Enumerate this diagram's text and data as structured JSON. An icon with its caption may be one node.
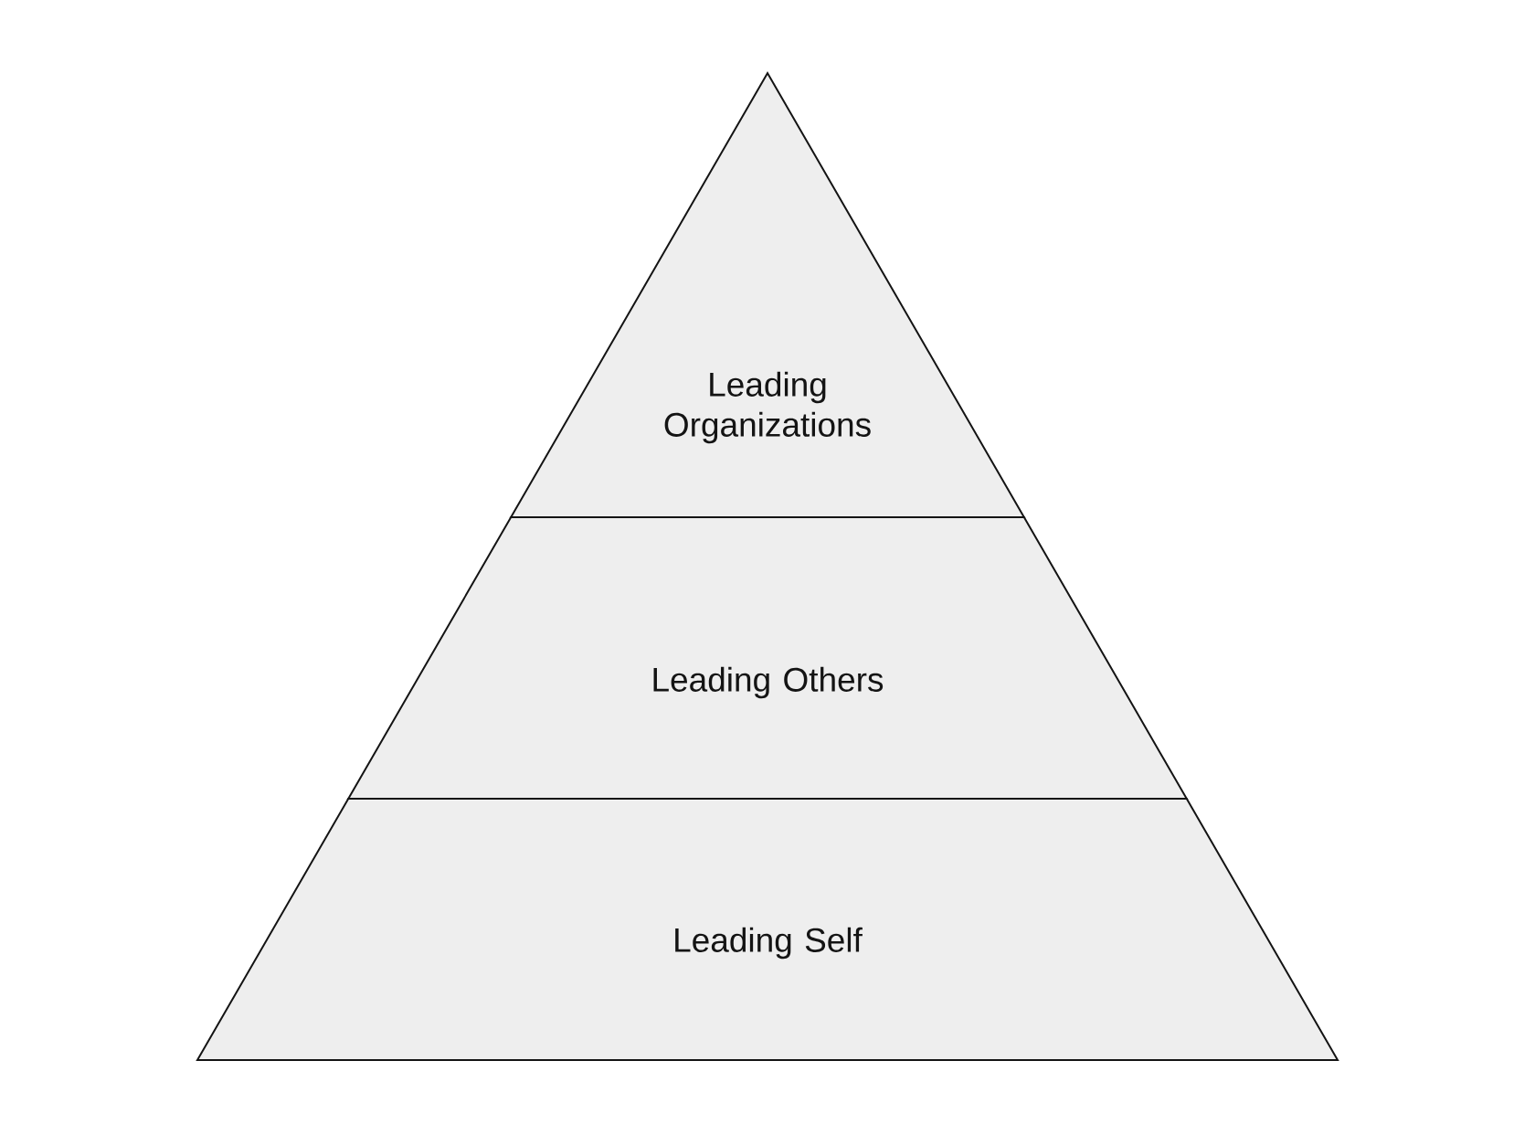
{
  "diagram": {
    "nodes": [
      {
        "text": [
          "Leading Organizations"
        ]
      },
      {
        "text": [
          "Leading Others"
        ]
      },
      {
        "text": [
          "Leading Self"
        ]
      }
    ]
  }
}
